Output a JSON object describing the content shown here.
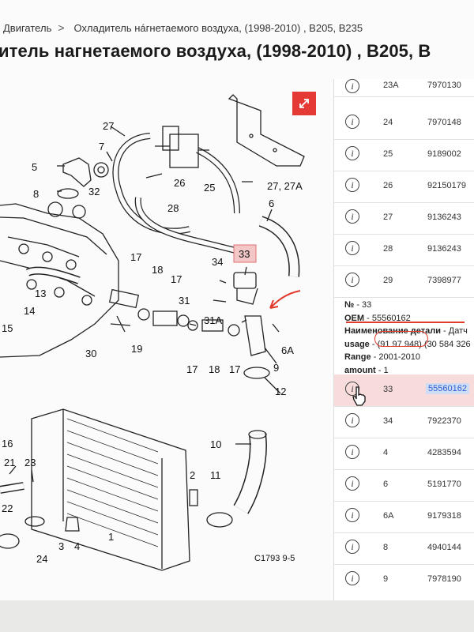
{
  "breadcrumb": {
    "items": [
      "Двигатель",
      "Охладитель нáгнетаемого воздуха, (1998-2010) , B205, B235"
    ]
  },
  "page_title": "итель нагнетаемого воздуха, (1998-2010) , B205, B",
  "diagram": {
    "code": "C1793 9-5",
    "labels": [
      "27",
      "7",
      "5",
      "26",
      "25",
      "8",
      "32",
      "27, 27A",
      "28",
      "6",
      "33",
      "17",
      "18",
      "34",
      "13",
      "17",
      "14",
      "31",
      "31A",
      "19",
      "30",
      "6A",
      "9",
      "17",
      "18",
      "17",
      "12",
      "10",
      "2",
      "11",
      "21",
      "23",
      "1",
      "3",
      "4",
      "24",
      "22",
      "16",
      "15"
    ],
    "accent_color": "#e53935"
  },
  "parts_list": {
    "rows": [
      {
        "num": "23A",
        "oem": "7970130"
      },
      {
        "num": "24",
        "oem": "7970148"
      },
      {
        "num": "25",
        "oem": "9189002"
      },
      {
        "num": "26",
        "oem": "92150179"
      },
      {
        "num": "27",
        "oem": "9136243"
      },
      {
        "num": "28",
        "oem": "9136243"
      },
      {
        "num": "29",
        "oem": "7398977"
      }
    ],
    "selected": {
      "num": "33",
      "oem": "55560162"
    },
    "rows_after": [
      {
        "num": "34",
        "oem": "7922370"
      },
      {
        "num": "4",
        "oem": "4283594"
      },
      {
        "num": "6",
        "oem": "5191770"
      },
      {
        "num": "6A",
        "oem": "9179318"
      },
      {
        "num": "8",
        "oem": "4940144"
      },
      {
        "num": "9",
        "oem": "7978190"
      }
    ]
  },
  "detail": {
    "no_label": "№",
    "no_value": "- 33",
    "oem_label": "OEM",
    "oem_value": "- 55560162",
    "name_label": "Наименование детали",
    "name_value": "- Датч",
    "usage_label": "usage",
    "usage_value": "- (91 97 948)",
    "usage_extra": "(30 584 326",
    "range_label": "Range",
    "range_value": "- 2001-2010",
    "amount_label": "amount",
    "amount_value": "- 1"
  },
  "info_glyph": "i"
}
